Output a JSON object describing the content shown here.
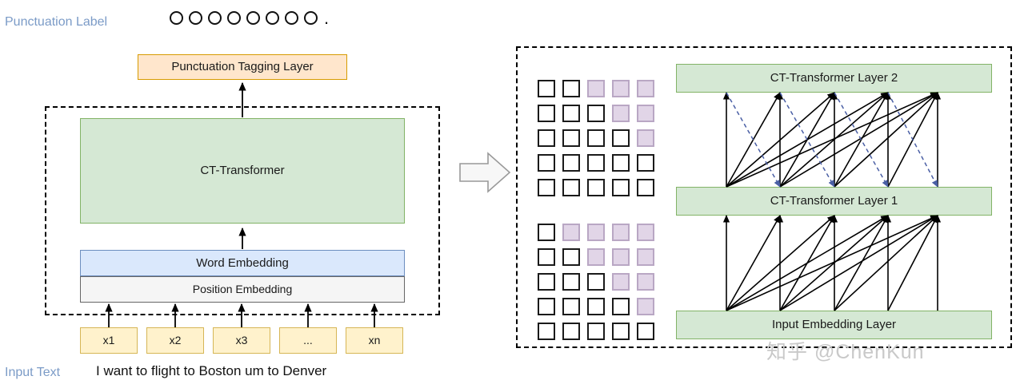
{
  "left_panel": {
    "punctuation_label": {
      "label": "Punctuation Label",
      "slot_count": 8,
      "slot_glyph": "O",
      "final_mark": "."
    },
    "tagging_layer": {
      "label": "Punctuation Tagging Layer"
    },
    "transformer": {
      "label": "CT-Transformer"
    },
    "word_embedding": {
      "label": "Word Embedding"
    },
    "position_embedding": {
      "label": "Position Embedding"
    },
    "tokens": [
      {
        "label": "x1"
      },
      {
        "label": "x2"
      },
      {
        "label": "x3"
      },
      {
        "label": "..."
      },
      {
        "label": "xn"
      }
    ],
    "input_text": {
      "label": "Input Text",
      "sentence": "I want to flight to Boston um to Denver"
    }
  },
  "flow_arrow": {
    "name": "right-arrow"
  },
  "right_panel": {
    "layers": [
      {
        "label": "CT-Transformer Layer 2"
      },
      {
        "label": "CT-Transformer Layer 1"
      },
      {
        "label": "Input Embedding Layer"
      }
    ],
    "masks": [
      {
        "name": "upper-mask",
        "rows": 5,
        "cols": 5,
        "matrix": [
          [
            0,
            0,
            1,
            1,
            1
          ],
          [
            0,
            0,
            0,
            1,
            1
          ],
          [
            0,
            0,
            0,
            0,
            1
          ],
          [
            0,
            0,
            0,
            0,
            0
          ],
          [
            0,
            0,
            0,
            0,
            0
          ]
        ]
      },
      {
        "name": "lower-mask",
        "rows": 5,
        "cols": 5,
        "matrix": [
          [
            0,
            1,
            1,
            1,
            1
          ],
          [
            0,
            0,
            1,
            1,
            1
          ],
          [
            0,
            0,
            0,
            1,
            1
          ],
          [
            0,
            0,
            0,
            0,
            1
          ],
          [
            0,
            0,
            0,
            0,
            0
          ]
        ]
      }
    ],
    "node_count": 5,
    "colors": {
      "causal_edge": "#000000",
      "lookahead_edge": "#4a5fa5",
      "masked_cell": "#e1d5e7",
      "layer_fill": "#d5e8d4",
      "layer_stroke": "#82b366"
    }
  },
  "watermark": {
    "text": "知乎 @ChenKun"
  }
}
